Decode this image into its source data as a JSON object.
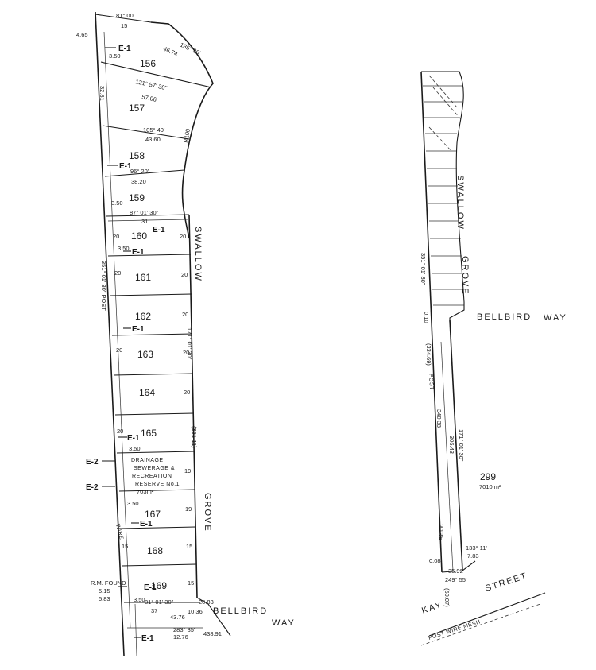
{
  "left_plan": {
    "lots": [
      "156",
      "157",
      "158",
      "159",
      "160",
      "161",
      "162",
      "163",
      "164",
      "165",
      "167",
      "168",
      "169"
    ],
    "reserve": {
      "line1": "DRAINAGE",
      "line2": "SEWERAGE &",
      "line3": "RECREATION",
      "line4": "RESERVE No.1",
      "area": "703m²"
    },
    "easements": {
      "e1": "E-1",
      "e2": "E-2"
    },
    "streets": {
      "swallow": "SWALLOW",
      "grove": "GROVE",
      "bellbird": "BELLBIRD",
      "way": "WAY"
    },
    "bearings": {
      "top": "81° 00'",
      "lot156": "135° 20'",
      "lot157": "121° 57' 30\"",
      "lot158": "105° 40'",
      "lot158b": "96° 20'",
      "lot159": "87° 01' 30\"",
      "east_side": "171° 01' 30\"",
      "west_side": "351° 01' 30\" POST",
      "bottom": "81° 01' 30\"",
      "bottom2": "283° 35'"
    },
    "distances": {
      "top": "15",
      "d156": "46.74",
      "d157": "57.06",
      "d158": "43.60",
      "d158b": "38.20",
      "frontage_20": "20",
      "frontage_19": "19",
      "frontage_15": "15",
      "lot160_rear": "31",
      "setback": "3.50",
      "west_total": "32.81",
      "d37": "37",
      "d4376": "43.76",
      "d1036": "10.36",
      "d1276": "12.76",
      "d43891": "438.91",
      "d2083": "20.83",
      "d3561": "(351·11)"
    },
    "notes": {
      "rm": "R.M. FOUND",
      "rm_a": "5.15",
      "rm_b": "5.83",
      "wire": "WIRE",
      "corner": "4.65",
      "radius": "R100"
    }
  },
  "right_plan": {
    "lot": "299",
    "area": "7010 m²",
    "streets": {
      "swallow": "SWALLOW",
      "grove": "GROVE",
      "bellbird": "BELLBIRD",
      "way": "WAY",
      "kay": "KAY",
      "street": "STREET"
    },
    "bearings": {
      "west": "351° 01' 30\"",
      "east": "171° 01' 30\"",
      "bottom": "249° 55'",
      "corner": "133° 11'"
    },
    "distances": {
      "west": "340.38",
      "east": "306.43",
      "west_paren": "(334.69)",
      "bottom": "(59.07)",
      "bottom2": "35.92",
      "corner": "7.83",
      "d008": "0.08"
    },
    "notes": {
      "post": "POST",
      "wire": "WIRE",
      "mesh": "MESH",
      "fence": "POST  WIRE  MESH",
      "ord": "0.10"
    }
  }
}
